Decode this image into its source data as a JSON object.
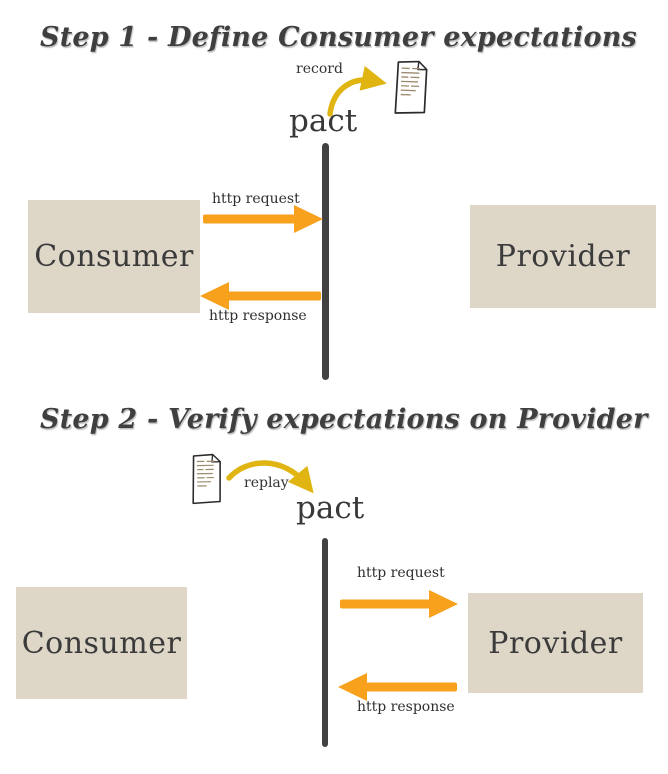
{
  "colors": {
    "arrow_orange": "#F7A11C",
    "arrow_gold": "#E0B512",
    "box_fill": "#DED7C8",
    "line_dark": "#424242",
    "text_dark": "#3B3B3B"
  },
  "step1": {
    "title": "Step 1 - Define Consumer expectations",
    "record_label": "record",
    "pact_label": "pact",
    "consumer_label": "Consumer",
    "provider_label": "Provider",
    "http_request_label": "http request",
    "http_response_label": "http response"
  },
  "step2": {
    "title": "Step 2 - Verify expectations on Provider",
    "replay_label": "replay",
    "pact_label": "pact",
    "consumer_label": "Consumer",
    "provider_label": "Provider",
    "http_request_label": "http request",
    "http_response_label": "http response"
  }
}
